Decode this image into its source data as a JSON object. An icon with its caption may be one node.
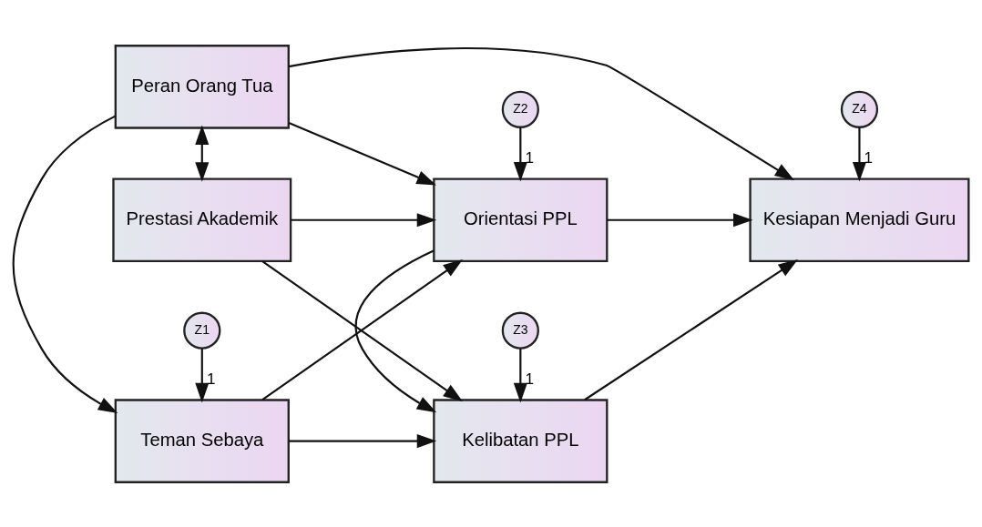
{
  "diagram": {
    "nodes": [
      {
        "text": [
          "Peran Orang Tua"
        ]
      },
      {
        "text": [
          "Teman Sebaya"
        ]
      },
      {
        "text": [
          "Prestasi Akademik"
        ]
      },
      {
        "text": [
          "Orientasi PPL"
        ]
      },
      {
        "text": [
          "Kelibatan PPL"
        ]
      },
      {
        "text": [
          "Kesiapan Menjadi Guru"
        ]
      },
      {
        "text": [
          "Z1"
        ]
      },
      {
        "text": [
          "Z2"
        ]
      },
      {
        "text": [
          "Z3"
        ]
      },
      {
        "text": [
          "Z4"
        ]
      }
    ],
    "edges": [
      {
        "from": 0,
        "to": 1,
        "arrow": "to"
      },
      {
        "from": 0,
        "to": 3,
        "arrow": "to"
      },
      {
        "from": 0,
        "to": 5,
        "arrow": "to"
      },
      {
        "from": 0,
        "to": 2,
        "arrow": "both"
      },
      {
        "from": 1,
        "to": 3,
        "arrow": "to"
      },
      {
        "from": 1,
        "to": 4,
        "arrow": "to"
      },
      {
        "from": 2,
        "to": 3,
        "arrow": "to"
      },
      {
        "from": 2,
        "to": 4,
        "arrow": "to"
      },
      {
        "from": 3,
        "to": 4,
        "arrow": "to"
      },
      {
        "from": 3,
        "to": 5,
        "arrow": "to"
      },
      {
        "from": 4,
        "to": 5,
        "arrow": "to"
      },
      {
        "from": 6,
        "to": 1,
        "arrow": "to",
        "label": "1"
      },
      {
        "from": 7,
        "to": 3,
        "arrow": "to",
        "label": "1"
      },
      {
        "from": 8,
        "to": 4,
        "arrow": "to",
        "label": "1"
      },
      {
        "from": 9,
        "to": 5,
        "arrow": "to",
        "label": "1"
      }
    ]
  }
}
